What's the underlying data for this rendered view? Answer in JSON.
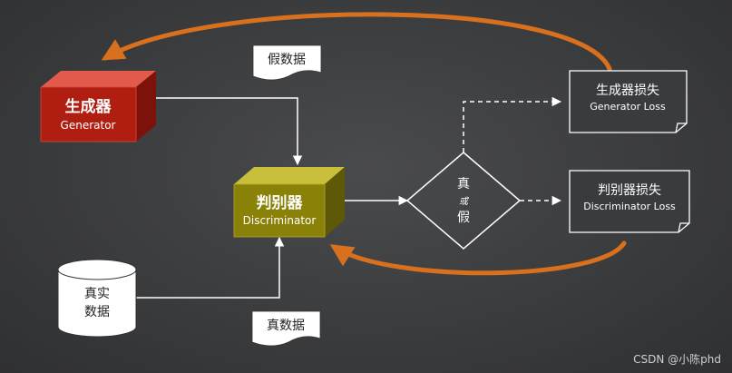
{
  "colors": {
    "generator_front": "#b01e12",
    "discriminator_front": "#8a8208",
    "accent_arrow": "#d8701e",
    "line": "#ffffff"
  },
  "generator": {
    "title": "生成器",
    "subtitle": "Generator"
  },
  "discriminator": {
    "title": "判别器",
    "subtitle": "Discriminator"
  },
  "fake_data": "假数据",
  "real_data_doc": "真数据",
  "real_data_db": {
    "line1": "真实",
    "line2": "数据"
  },
  "decision": {
    "top": "真",
    "middle": "或",
    "bottom": "假"
  },
  "generator_loss": {
    "title": "生成器损失",
    "subtitle": "Generator Loss"
  },
  "discriminator_loss": {
    "title": "判别器损失",
    "subtitle": "Discriminator Loss"
  },
  "watermark": "CSDN @小陈phd"
}
